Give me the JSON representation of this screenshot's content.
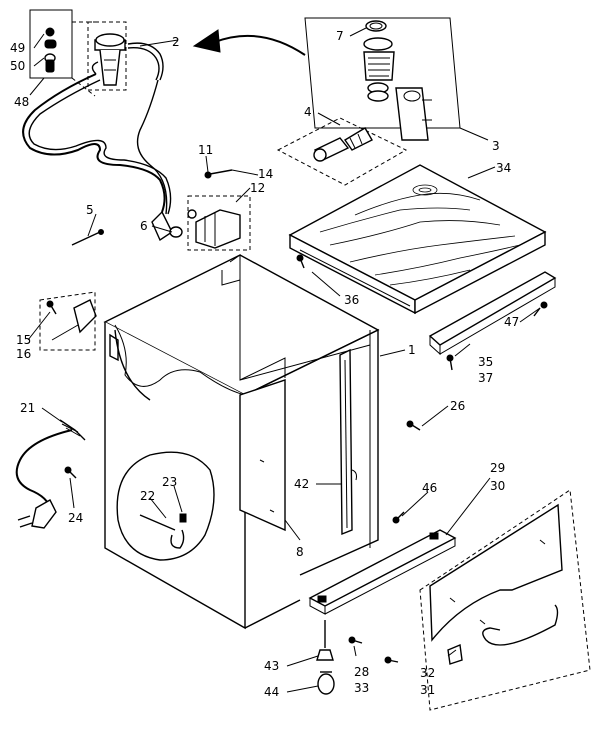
{
  "callouts": [
    {
      "id": "c2",
      "label": "2"
    },
    {
      "id": "c3",
      "label": "3"
    },
    {
      "id": "c4",
      "label": "4"
    },
    {
      "id": "c5",
      "label": "5"
    },
    {
      "id": "c6",
      "label": "6"
    },
    {
      "id": "c7",
      "label": "7"
    },
    {
      "id": "c8",
      "label": "8"
    },
    {
      "id": "c1",
      "label": "1"
    },
    {
      "id": "c11",
      "label": "11"
    },
    {
      "id": "c12",
      "label": "12"
    },
    {
      "id": "c14",
      "label": "14"
    },
    {
      "id": "c15",
      "label": "15"
    },
    {
      "id": "c16",
      "label": "16"
    },
    {
      "id": "c21",
      "label": "21"
    },
    {
      "id": "c22",
      "label": "22"
    },
    {
      "id": "c23",
      "label": "23"
    },
    {
      "id": "c24",
      "label": "24"
    },
    {
      "id": "c26",
      "label": "26"
    },
    {
      "id": "c28",
      "label": "28"
    },
    {
      "id": "c29",
      "label": "29"
    },
    {
      "id": "c30",
      "label": "30"
    },
    {
      "id": "c31",
      "label": "31"
    },
    {
      "id": "c32",
      "label": "32"
    },
    {
      "id": "c33",
      "label": "33"
    },
    {
      "id": "c34",
      "label": "34"
    },
    {
      "id": "c35",
      "label": "35"
    },
    {
      "id": "c36",
      "label": "36"
    },
    {
      "id": "c37",
      "label": "37"
    },
    {
      "id": "c42",
      "label": "42"
    },
    {
      "id": "c43",
      "label": "43"
    },
    {
      "id": "c44",
      "label": "44"
    },
    {
      "id": "c46",
      "label": "46"
    },
    {
      "id": "c47",
      "label": "47"
    },
    {
      "id": "c48",
      "label": "48"
    },
    {
      "id": "c49",
      "label": "49"
    },
    {
      "id": "c50",
      "label": "50"
    }
  ]
}
